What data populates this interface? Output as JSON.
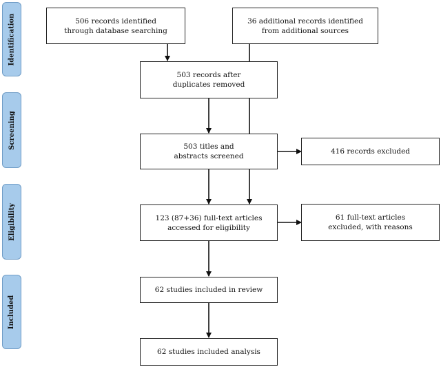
{
  "phases": {
    "identification": "Identification",
    "screening": "Screening",
    "eligibility": "Eligibility",
    "included": "Included"
  },
  "boxes": {
    "db_records": "506 records identified\nthrough database searching",
    "additional_records": "36 additional records identified\nfrom additional sources",
    "after_duplicates": "503 records after\nduplicates removed",
    "screened": "503 titles and\nabstracts screened",
    "excluded": "416 records excluded",
    "fulltext": "123 (87+36) full-text articles\naccessed for eligibility",
    "fulltext_excluded": "61 full-text articles\nexcluded, with reasons",
    "included_review": "62 studies included in review",
    "included_analysis": "62 studies included analysis"
  },
  "colors": {
    "phase_fill": "#a7cbeb",
    "phase_border": "#6f9cc6",
    "line": "#111111"
  }
}
